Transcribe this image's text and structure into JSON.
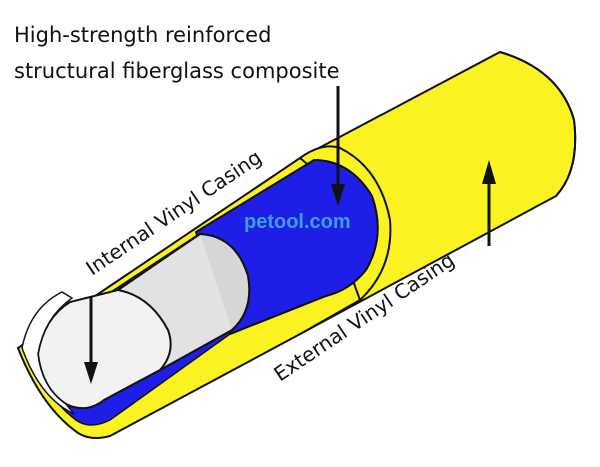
{
  "labels": {
    "fiberglass_line1": "High-strength reinforced",
    "fiberglass_line2": "structural fiberglass composite",
    "internal": "Internal Vinyl Casing",
    "external": "External Vinyl Casing",
    "watermark": "petool.com"
  },
  "colors": {
    "outer_casing": "#fbf221",
    "fiberglass_layer": "#1e1ee6",
    "inner_casing": "#e2e2e2",
    "outline": "#111111",
    "watermark": "#3aa0e6"
  }
}
